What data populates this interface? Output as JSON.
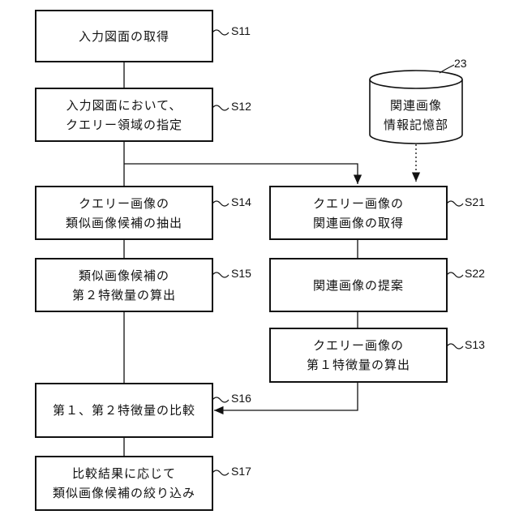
{
  "steps": {
    "s11": {
      "label": "入力図面の取得",
      "id": "S11"
    },
    "s12": {
      "label": "入力図面において、\nクエリー領域の指定",
      "id": "S12"
    },
    "s14": {
      "label": "クエリー画像の\n類似画像候補の抽出",
      "id": "S14"
    },
    "s15": {
      "label": "類似画像候補の\n第２特徴量の算出",
      "id": "S15"
    },
    "s16": {
      "label": "第１、第２特徴量の比較",
      "id": "S16"
    },
    "s17": {
      "label": "比較結果に応じて\n類似画像候補の絞り込み",
      "id": "S17"
    },
    "s21": {
      "label": "クエリー画像の\n関連画像の取得",
      "id": "S21"
    },
    "s22": {
      "label": "関連画像の提案",
      "id": "S22"
    },
    "s13": {
      "label": "クエリー画像の\n第１特徴量の算出",
      "id": "S13"
    }
  },
  "storage": {
    "label": "関連画像\n情報記憶部",
    "ref": "23"
  }
}
